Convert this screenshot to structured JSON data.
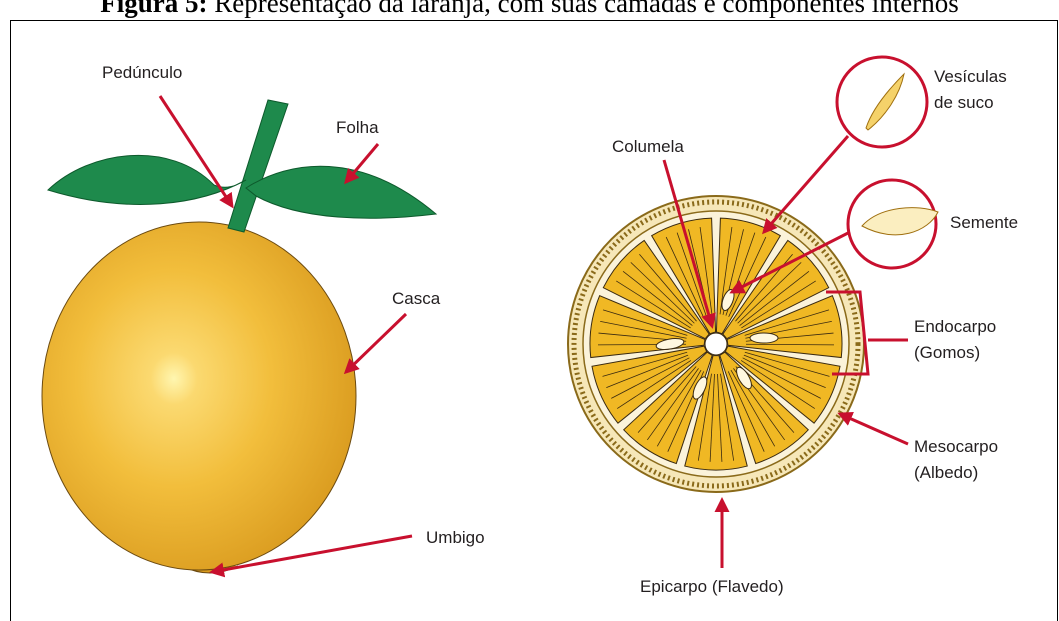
{
  "caption": {
    "prefix": "Figura 5:",
    "text": " Representação da laranja, com suas camadas e componentes internos"
  },
  "colors": {
    "arrow": "#c8102e",
    "leaf": "#1e8a4c",
    "orange_light": "#fff6b0",
    "orange_mid": "#f2be3c",
    "orange_dark": "#d99a1e",
    "segment": "#f0b824",
    "segment_line": "#3a2a10",
    "rind": "#8a6a1a"
  },
  "labels": {
    "peduncle": "Pedúnculo",
    "leaf": "Folha",
    "peel": "Casca",
    "navel": "Umbigo",
    "columella": "Columela",
    "juice_vesicles_1": "Vesículas",
    "juice_vesicles_2": "de suco",
    "seed": "Semente",
    "endocarp_1": "Endocarpo",
    "endocarp_2": "(Gomos)",
    "mesocarp_1": "Mesocarpo",
    "mesocarp_2": "(Albedo)",
    "epicarp": "Epicarpo (Flavedo)"
  }
}
